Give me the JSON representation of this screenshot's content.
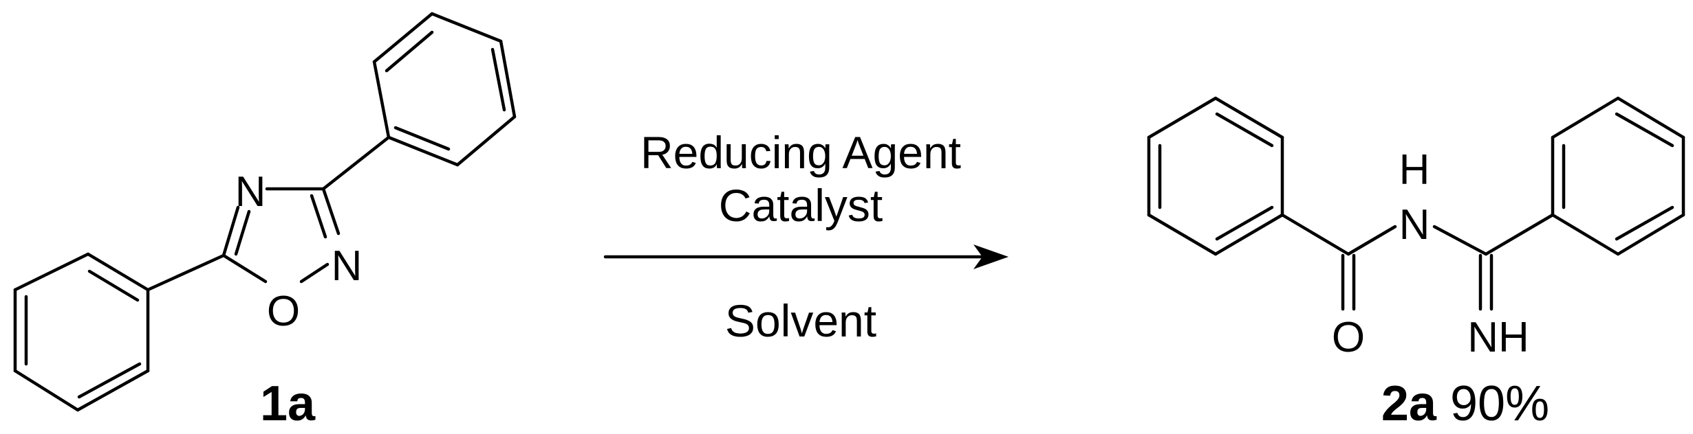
{
  "reactant": {
    "label": "1a",
    "atoms": {
      "n_top": "N",
      "n_right": "N",
      "o": "O"
    }
  },
  "conditions": {
    "line1": "Reducing Agent",
    "line2": "Catalyst",
    "below": "Solvent"
  },
  "product": {
    "label": "2a",
    "yield": "90%",
    "atoms": {
      "h": "H",
      "n": "N",
      "o": "O",
      "nh": "NH"
    }
  }
}
